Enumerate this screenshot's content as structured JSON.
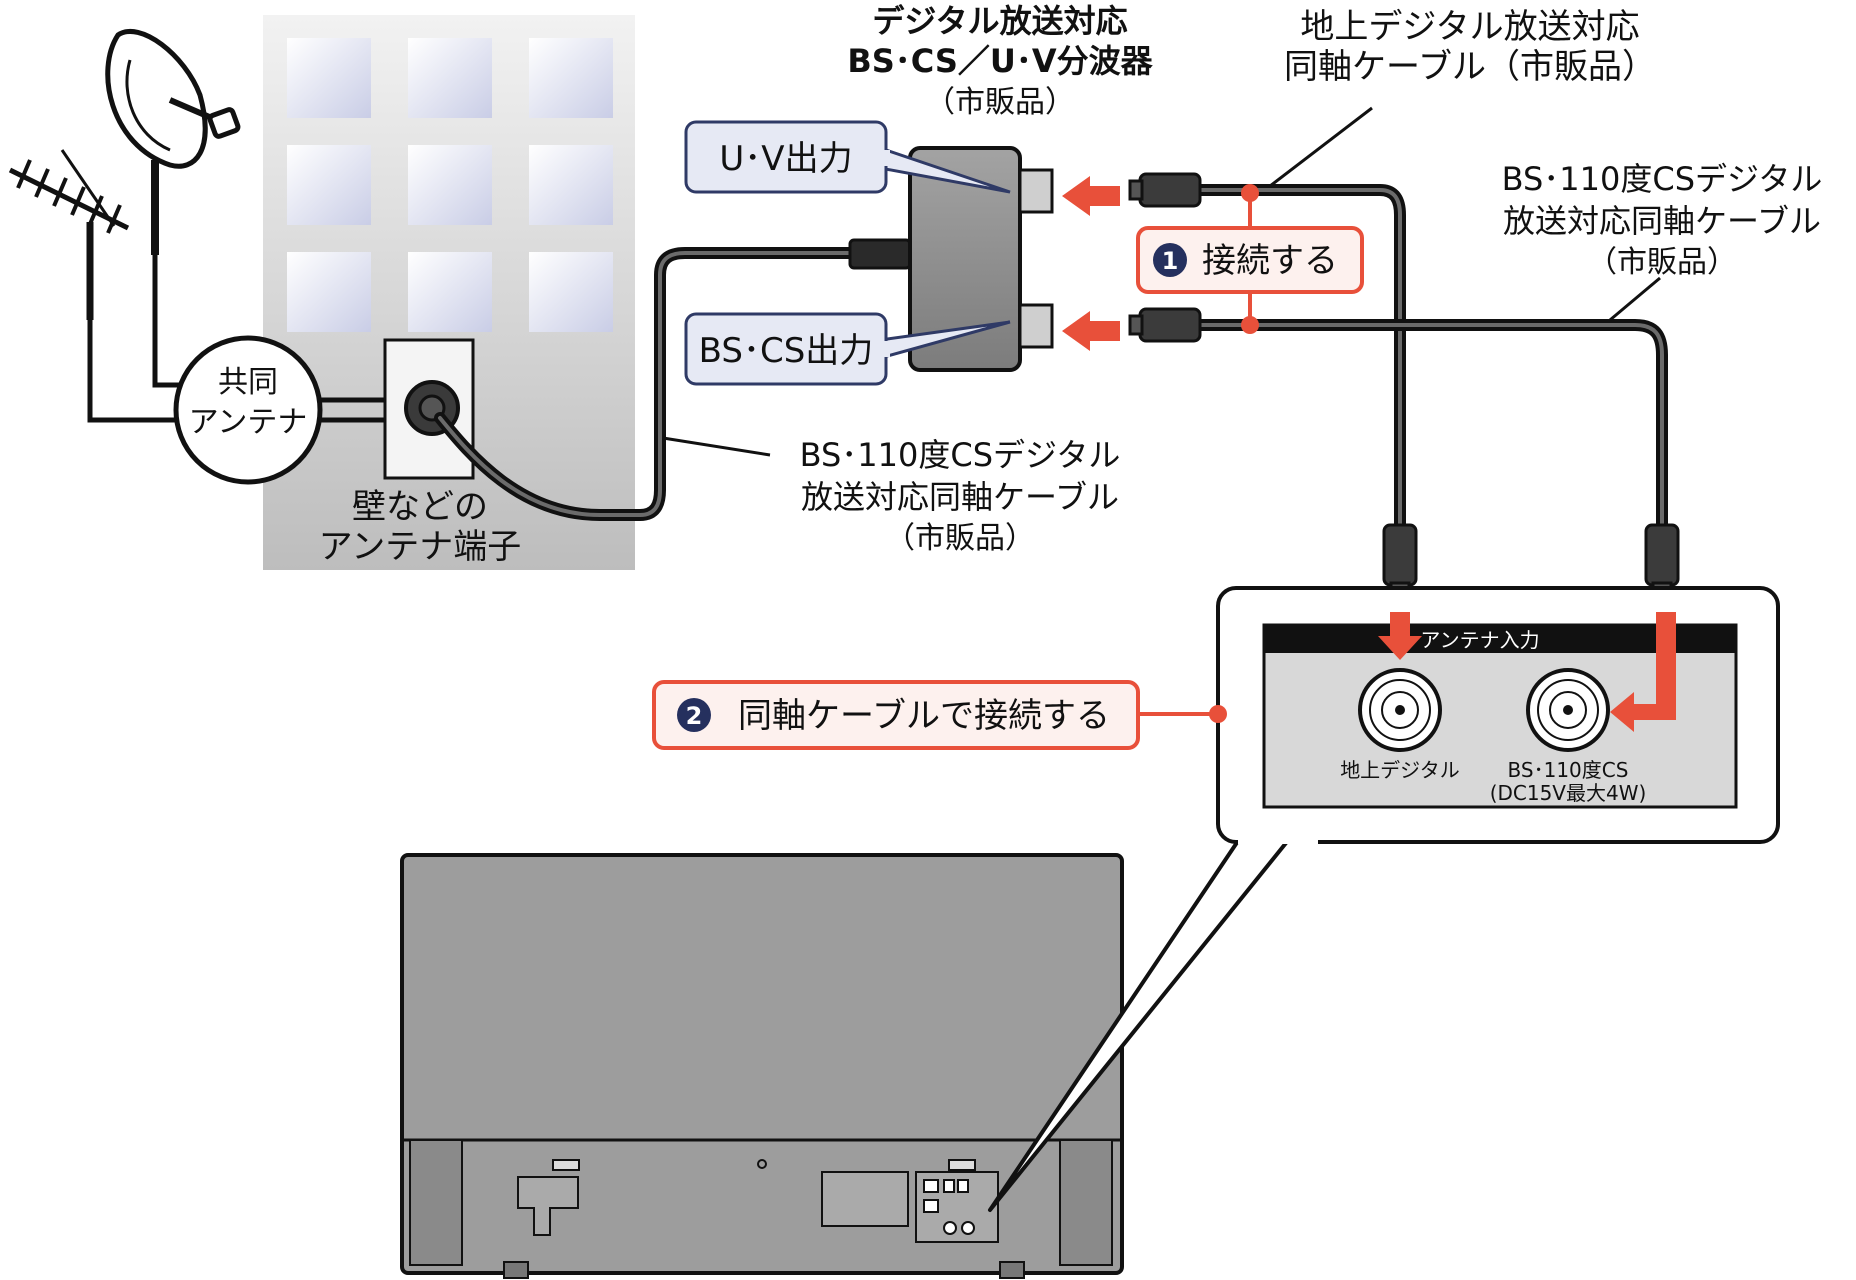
{
  "labels": {
    "splitter_line1": "デジタル放送対応",
    "splitter_line2": "BS･CS／U･V分波器",
    "splitter_line3": "（市販品）",
    "terrestrial_cable_line1": "地上デジタル放送対応",
    "terrestrial_cable_line2": "同軸ケーブル（市販品）",
    "bs_cable_right_line1": "BS･110度CSデジタル",
    "bs_cable_right_line2": "放送対応同軸ケーブル",
    "bs_cable_right_line3": "（市販品）",
    "bs_cable_mid_line1": "BS･110度CSデジタル",
    "bs_cable_mid_line2": "放送対応同軸ケーブル",
    "bs_cable_mid_line3": "（市販品）",
    "uv_output": "U･V出力",
    "bscs_output": "BS･CS出力",
    "shared_antenna_line1": "共同",
    "shared_antenna_line2": "アンテナ",
    "wall_terminal_line1": "壁などの",
    "wall_terminal_line2": "アンテナ端子",
    "panel_header": "アンテナ入力",
    "port_terrestrial": "地上デジタル",
    "port_bs_line1": "BS･110度CS",
    "port_bs_line2": "(DC15V最大4W)"
  },
  "steps": [
    {
      "badge": "1",
      "text": "接続する"
    },
    {
      "badge": "2",
      "text": "同軸ケーブルで接続する"
    }
  ],
  "colors": {
    "accent_red": "#e8503a",
    "step_box_bg": "#fdf1ee",
    "label_box_bg": "#e6e9f4",
    "label_box_border": "#2f3a66",
    "badge_navy": "#25305e",
    "tv_gray": "#9d9d9d",
    "panel_gray": "#d8d8d8",
    "splitter_gray": "#8e8e8e"
  }
}
